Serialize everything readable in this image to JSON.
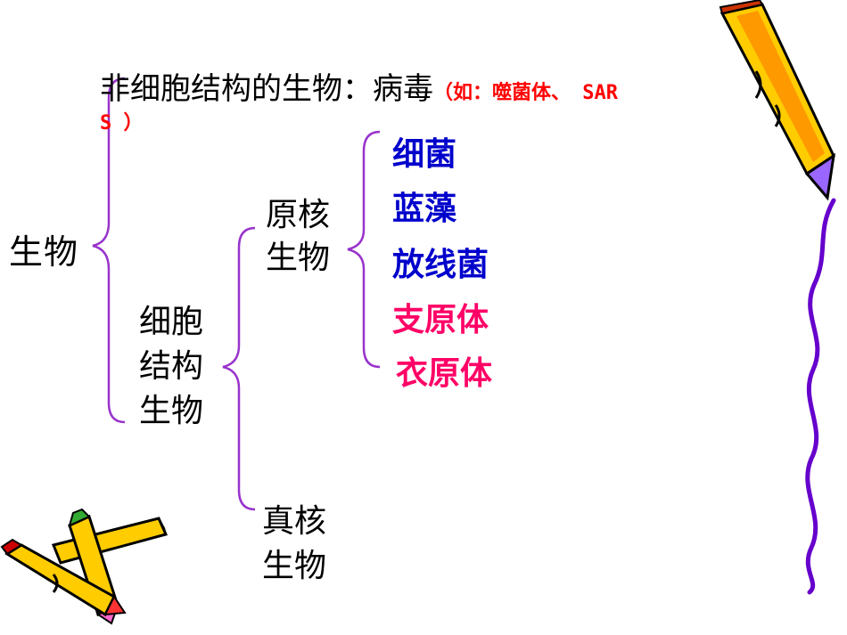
{
  "title": {
    "main": "非细胞结构的生物：病毒",
    "note_line1": "（如：噬菌体、 SAR",
    "note_line2": "S ）"
  },
  "nodes": {
    "root": "生物",
    "cellular_line1": "细胞",
    "cellular_line2": "结构",
    "cellular_line3": "生物",
    "prokaryote_line1": "原核",
    "prokaryote_line2": "生物",
    "eukaryote_line1": "真核",
    "eukaryote_line2": "生物"
  },
  "prokaryote_examples": [
    {
      "label": "细菌",
      "color": "#0000cc"
    },
    {
      "label": "蓝藻",
      "color": "#0000cc"
    },
    {
      "label": "放线菌",
      "color": "#0000cc"
    },
    {
      "label": "支原体",
      "color": "#ff0066"
    },
    {
      "label": "衣原体",
      "color": "#ff0066"
    }
  ],
  "colors": {
    "brace": "#9933cc",
    "note": "#ff0000",
    "wavy_line": "#6600cc",
    "pencil_body": "#ffcc00",
    "pencil_outline": "#000000"
  },
  "icons": [
    "pencil-icon-top-right",
    "pencil-icons-bottom-left",
    "wavy-border-line"
  ]
}
